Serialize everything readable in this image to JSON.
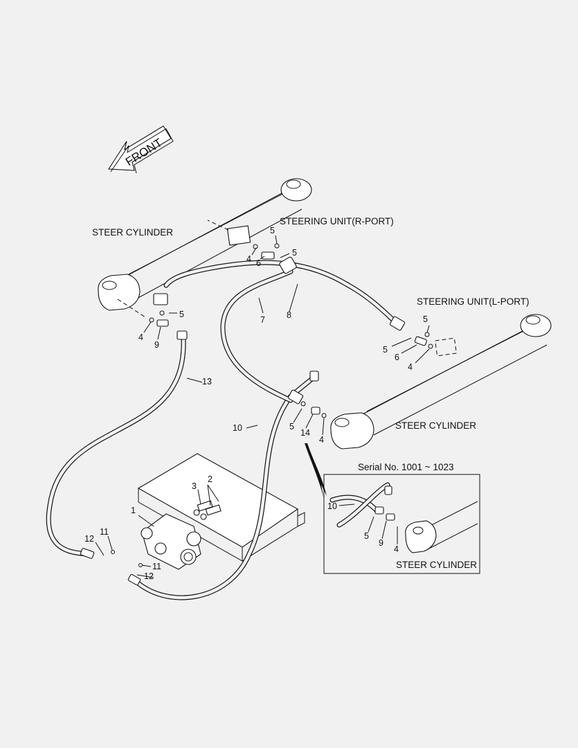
{
  "labels": {
    "front": "FRONT",
    "steer_cylinder_left": "STEER CYLINDER",
    "steer_cylinder_right": "STEER CYLINDER",
    "steer_cylinder_inset": "STEER CYLINDER",
    "steering_unit_r": "STEERING UNIT(R-PORT)",
    "steering_unit_l": "STEERING UNIT(L-PORT)",
    "serial": "Serial No. 1001 ~ 1023"
  },
  "callouts": {
    "c1": "1",
    "c2": "2",
    "c3": "3",
    "c4a": "4",
    "c4b": "4",
    "c4c": "4",
    "c4d": "4",
    "c4e": "4",
    "c5a": "5",
    "c5b": "5",
    "c5c": "5",
    "c5d": "5",
    "c5e": "5",
    "c5f": "5",
    "c5g": "5",
    "c6a": "6",
    "c6b": "6",
    "c7": "7",
    "c8": "8",
    "c9a": "9",
    "c9b": "9",
    "c10a": "10",
    "c10b": "10",
    "c11a": "11",
    "c11b": "11",
    "c12a": "12",
    "c12b": "12",
    "c13": "13",
    "c14": "14"
  }
}
